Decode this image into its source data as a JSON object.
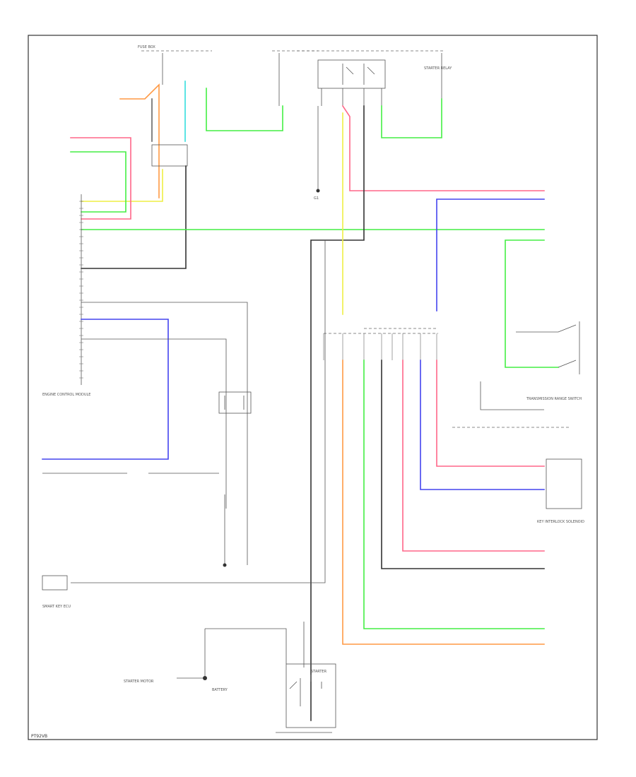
{
  "footer": {
    "code": "PT92VB"
  },
  "colors": {
    "green": "#44ee44",
    "pink": "#ff6688",
    "blue": "#4444ee",
    "yellow": "#eeee44",
    "orange": "#ff9944",
    "cyan": "#33dddd",
    "black": "#333333",
    "gray": "#666666"
  },
  "labels": {
    "battery": "BATTERY",
    "starter": "STARTER",
    "starter_motor": "STARTER MOTOR",
    "transmission_range_switch": "TRANSMISSION RANGE SWITCH",
    "key_interlock_solenoid": "KEY INTERLOCK SOLENOID",
    "smart_key_ecu": "SMART KEY ECU",
    "engine_ecm": "ENGINE CONTROL MODULE",
    "relay": "STARTER RELAY",
    "fuse_box": "FUSE BOX",
    "ground": "G1"
  }
}
